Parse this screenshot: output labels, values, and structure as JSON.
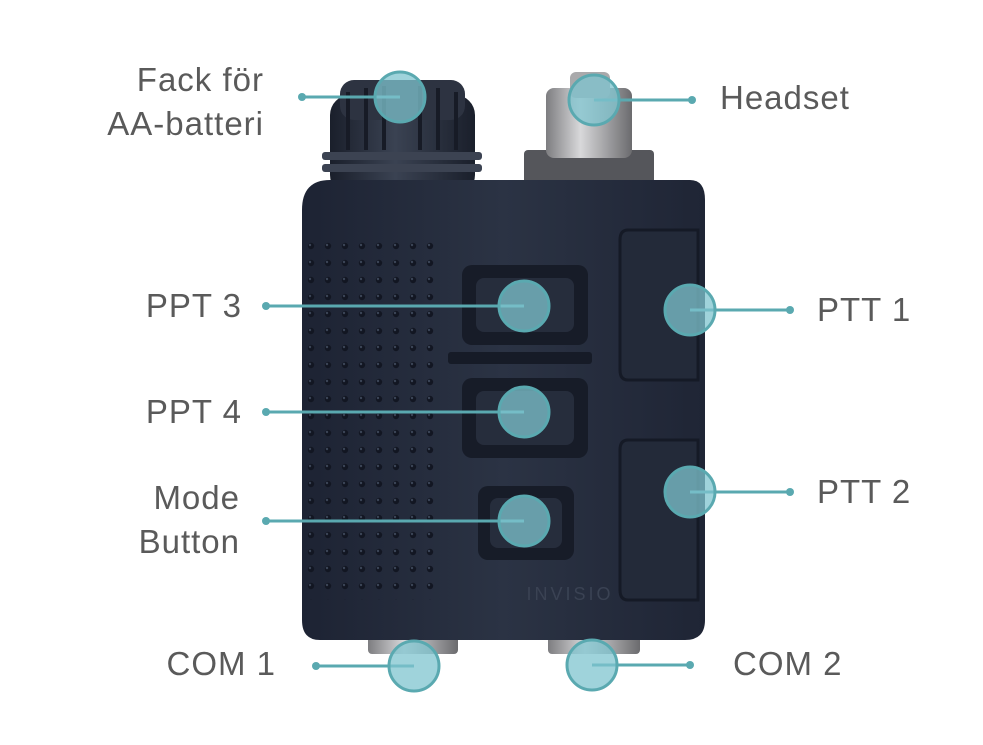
{
  "colors": {
    "accent": "#5aa9b0",
    "marker_fill": "#7fc4cf",
    "label_text": "#5a5a5a",
    "device_body": "#262d3d"
  },
  "device": {
    "brand_text": "INVISIO"
  },
  "callouts": {
    "battery": {
      "line1": "Fack för",
      "line2": "AA-batteri"
    },
    "headset": "Headset",
    "ppt3": "PPT 3",
    "ppt4": "PPT 4",
    "mode": {
      "line1": "Mode",
      "line2": "Button"
    },
    "ptt1": "PTT 1",
    "ptt2": "PTT 2",
    "com1": "COM 1",
    "com2": "COM 2"
  }
}
